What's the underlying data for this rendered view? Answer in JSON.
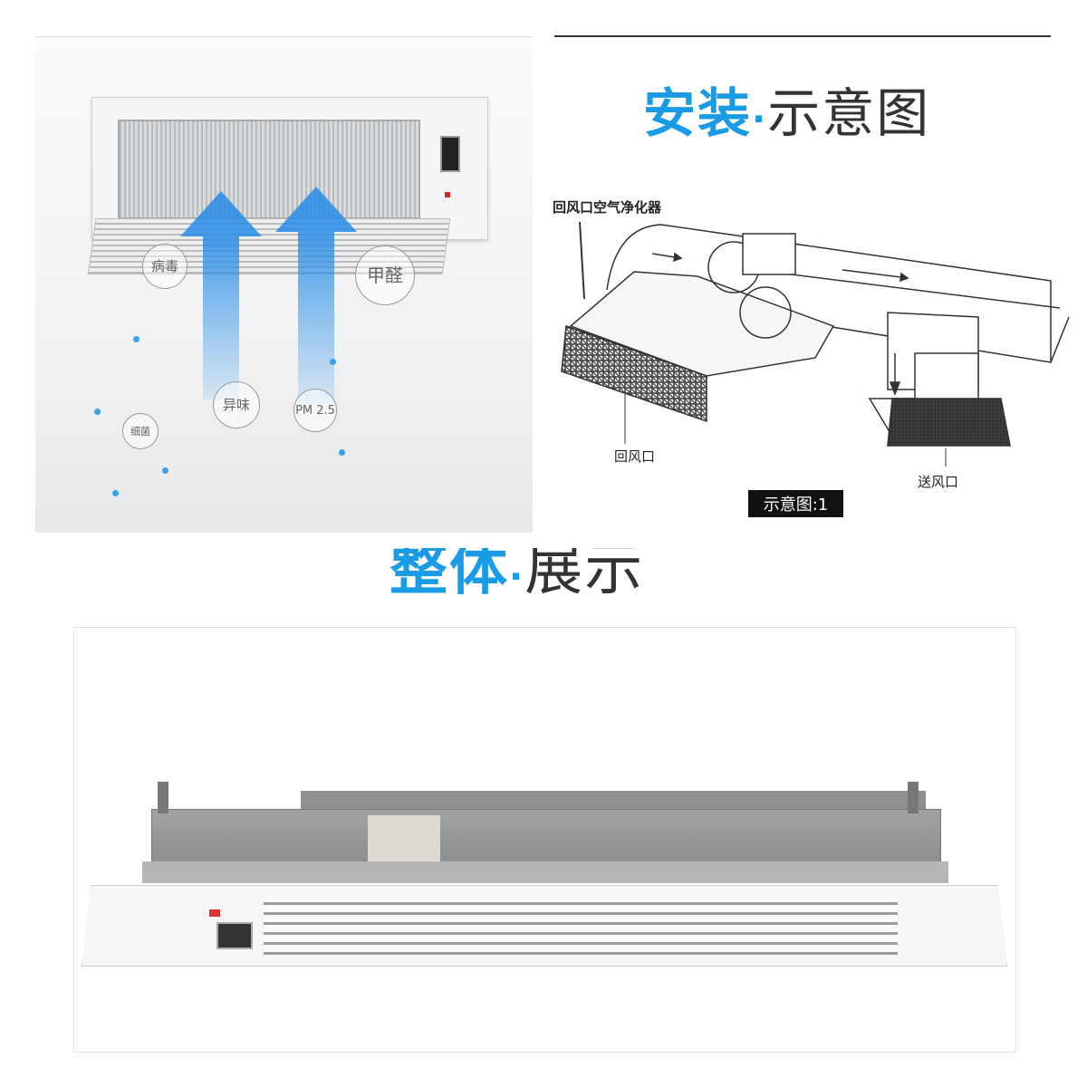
{
  "left_photo": {
    "bubbles": [
      "病毒",
      "甲醛",
      "异味",
      "PM 2.5",
      "细菌"
    ]
  },
  "install_section": {
    "title_accent": "安装",
    "title_separator": "·",
    "title_rest": "示意图",
    "diagram_labels": {
      "purifier": "回风口空气净化器",
      "return_vent": "回风口",
      "supply_vent": "送风口",
      "caption": "示意图:1"
    }
  },
  "overview_section": {
    "title_accent": "整体",
    "title_separator": "·",
    "title_rest": "展示"
  },
  "colors": {
    "accent": "#1a9be6",
    "caption_bg": "#111111"
  }
}
